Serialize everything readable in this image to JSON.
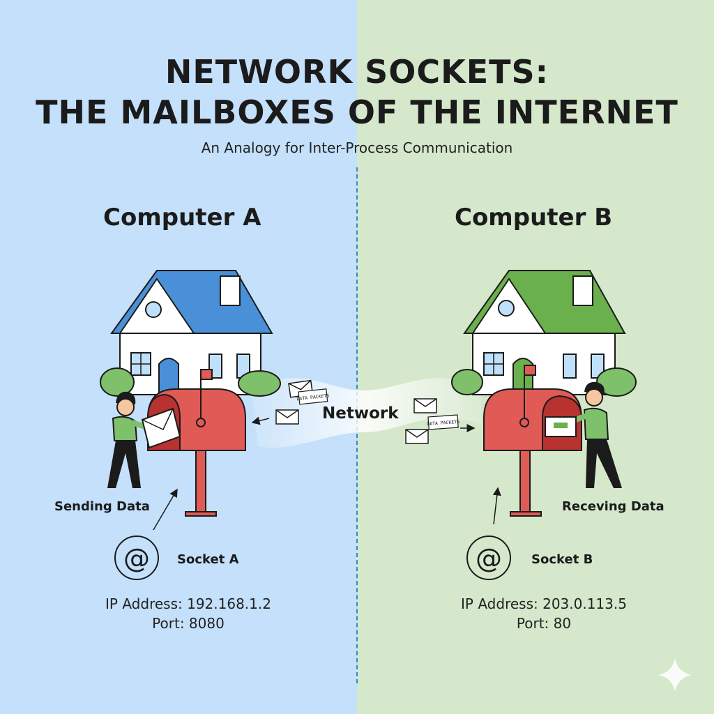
{
  "title": {
    "line1": "NETWORK SOCKETS:",
    "line2": "THE MAILBOXES OF THE INTERNET",
    "subtitle": "An Analogy for Inter-Process Communication"
  },
  "computer_a": {
    "title": "Computer A",
    "action": "Sending Data",
    "socket": "Socket A",
    "ip": "IP Address: 192.168.1.2",
    "port": "Port: 8080",
    "color": "#4a90d9"
  },
  "computer_b": {
    "title": "Computer B",
    "action": "Receving Data",
    "socket": "Socket B",
    "ip": "IP Address: 203.0.113.5",
    "port": "Port: 80",
    "color": "#6ab04c"
  },
  "network": {
    "label": "Network",
    "packet_label_1": "DATA PACKETS",
    "packet_label_2": "DATA PACKETS"
  },
  "icons": {
    "socket_symbol": "@"
  },
  "colors": {
    "left_bg": "#c4e0fa",
    "right_bg": "#d5e8cc",
    "mailbox": "#e05a56"
  }
}
